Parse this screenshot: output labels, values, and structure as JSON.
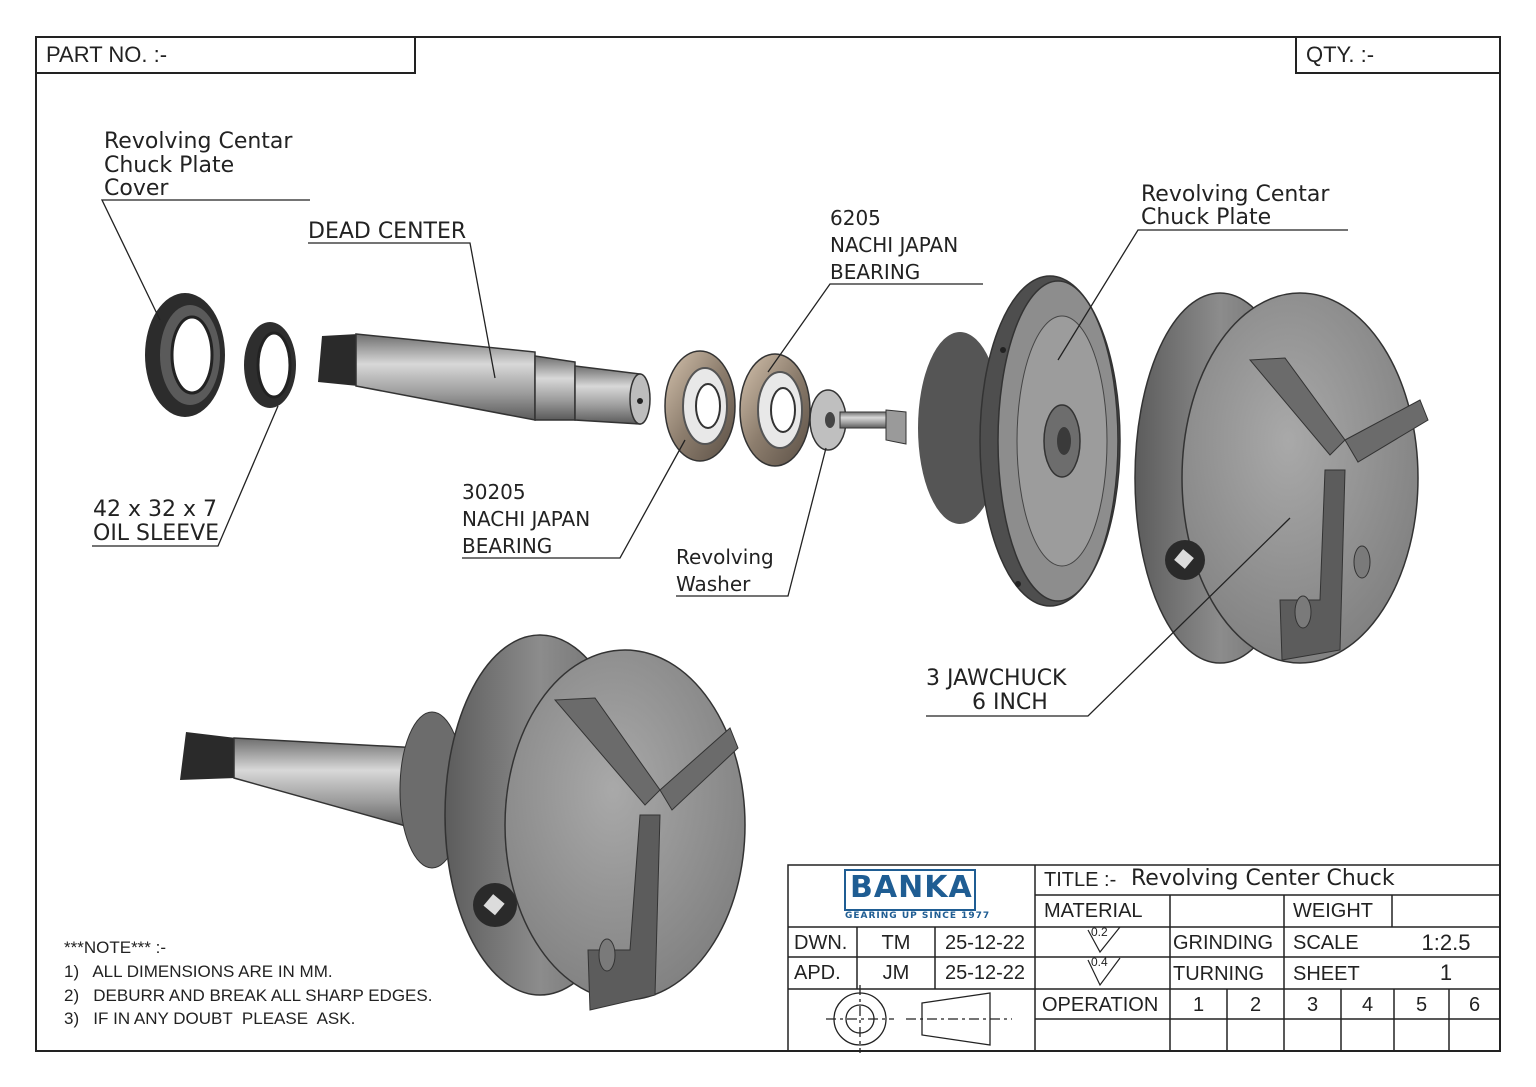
{
  "header": {
    "part_no_label": "PART NO. :-",
    "qty_label": "QTY. :-"
  },
  "callouts": {
    "cover": [
      "Revolving Centar",
      "Chuck Plate",
      "Cover"
    ],
    "dead_center": "DEAD CENTER",
    "bearing_6205": [
      "6205",
      "NACHI JAPAN",
      "BEARING"
    ],
    "plate": [
      "Revolving Centar",
      "Chuck Plate"
    ],
    "oil_sleeve": [
      "42 x 32 x 7",
      "OIL SLEEVE"
    ],
    "bearing_30205": [
      "30205",
      "NACHI JAPAN",
      "BEARING"
    ],
    "washer": [
      "Revolving",
      "Washer"
    ],
    "jaw_chuck": [
      "3 JAWCHUCK",
      "6 INCH"
    ]
  },
  "notes": {
    "heading": "***NOTE*** :-",
    "items": [
      "1)   ALL DIMENSIONS ARE IN MM.",
      "2)   DEBURR AND BREAK ALL SHARP EDGES.",
      "3)   IF IN ANY DOUBT  PLEASE  ASK."
    ]
  },
  "title_block": {
    "logo_text": "BANKA",
    "logo_tagline": "GEARING UP SINCE 1977",
    "title_label": "TITLE :-",
    "title_value": "Revolving Center Chuck",
    "material_label": "MATERIAL",
    "weight_label": "WEIGHT",
    "dwn_label": "DWN.",
    "dwn_initials": "TM",
    "dwn_date": "25-12-22",
    "apd_label": "APD.",
    "apd_initials": "JM",
    "apd_date": "25-12-22",
    "roughness_1": "0.2",
    "roughness_2": "0.4",
    "grinding_label": "GRINDING",
    "turning_label": "TURNING",
    "scale_label": "SCALE",
    "scale_value": "1:2.5",
    "sheet_label": "SHEET",
    "sheet_value": "1",
    "operation_label": "OPERATION",
    "operations": [
      "1",
      "2",
      "3",
      "4",
      "5",
      "6"
    ]
  },
  "colors": {
    "metal_dark": "#3a3a3a",
    "metal_mid": "#8a8a8a",
    "metal_light": "#c9c9c9",
    "logo_blue": "#1f5d93"
  }
}
